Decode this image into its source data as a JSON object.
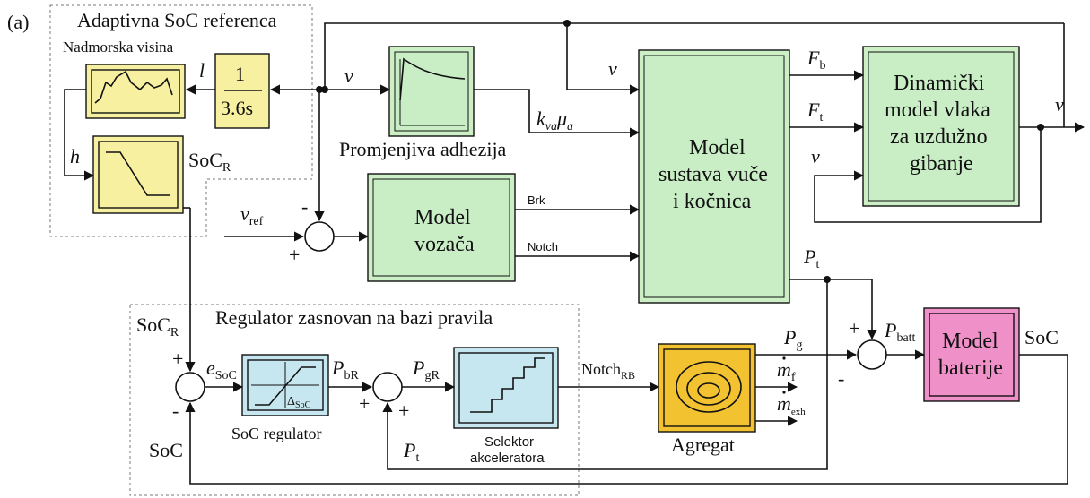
{
  "panel_label": "(a)",
  "groups": {
    "adaptive_soc": "Adaptivna SoC referenca",
    "rule_regulator": "Regulator zasnovan na bazi pravila"
  },
  "blocks": {
    "altitude": "Nadmorska visina",
    "integrator_num": "1",
    "integrator_den": "3.6s",
    "adhesion": "Promjenjiva adhezija",
    "driver_l1": "Model",
    "driver_l2": "vozača",
    "traction_l1": "Model",
    "traction_l2": "sustava vuče",
    "traction_l3": "i kočnica",
    "train_l1": "Dinamički",
    "train_l2": "model vlaka",
    "train_l3": "za uzdužno",
    "train_l4": "gibanje",
    "soc_reg": "SoC regulator",
    "selector_l1": "Selektor",
    "selector_l2": "akceleratora",
    "genset": "Agregat",
    "battery_l1": "Model",
    "battery_l2": "baterije"
  },
  "signals": {
    "l": "l",
    "v": "v",
    "h": "h",
    "soc": "SoC",
    "soc_r_main": "SoC",
    "soc_r_sub": "R",
    "k": "k",
    "k_sub": "va",
    "mu": "μ",
    "mu_sub": "a",
    "v_ref": "v",
    "v_ref_sub": "ref",
    "brk": "Brk",
    "notch": "Notch",
    "f": "F",
    "fb_sub": "b",
    "ft_sub": "t",
    "p": "P",
    "pt_sub": "t",
    "pg_sub": "g",
    "pbatt_sub": "batt",
    "pbr_sub": "bR",
    "pgr_sub": "gR",
    "e": "e",
    "esoc_sub": "SoC",
    "delta": "Δ",
    "delta_sub": "SoC",
    "notch_rb": "Notch",
    "notch_rb_sub": "RB",
    "m": "m",
    "mf_sub": "f",
    "mexh_sub": "exh"
  },
  "signs": {
    "plus": "+",
    "minus": "-"
  }
}
